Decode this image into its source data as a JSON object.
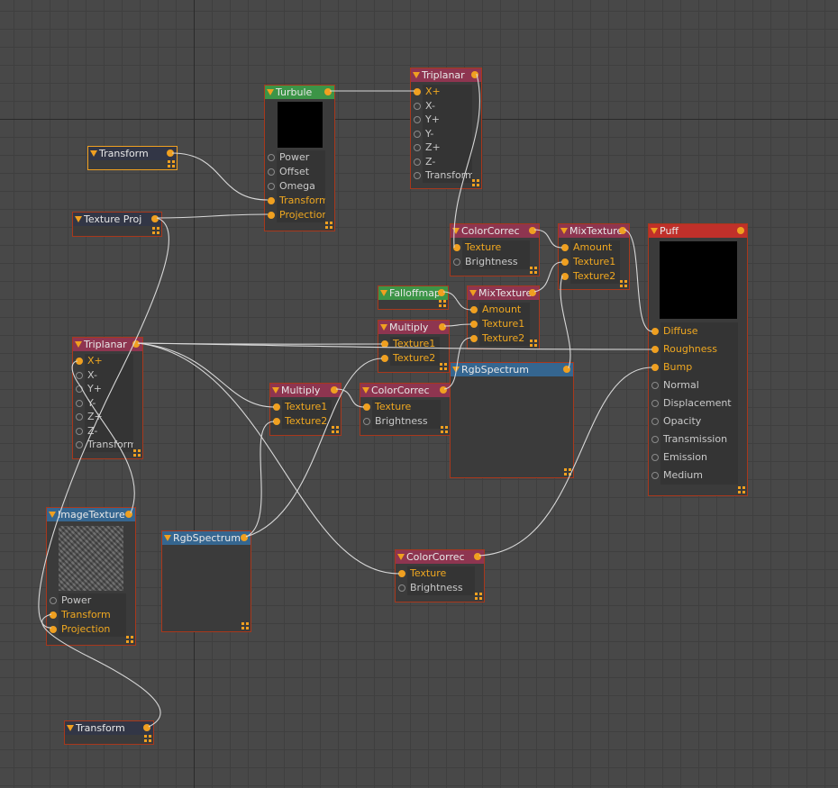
{
  "colors": {
    "green": "#3c9447",
    "maroon": "#8e3550",
    "blue": "#356690",
    "dark": "#323646",
    "red": "#c0302a",
    "accent": "#f0a020"
  },
  "nodes": [
    {
      "id": "turbule",
      "title": "Turbule",
      "header": "green",
      "preview": "black",
      "inputs": [
        {
          "label": "Power",
          "on": false
        },
        {
          "label": "Offset",
          "on": false
        },
        {
          "label": "Omega",
          "on": false
        },
        {
          "label": "Transform",
          "on": true
        },
        {
          "label": "Projection",
          "on": true
        }
      ]
    },
    {
      "id": "triplanar-top",
      "title": "Triplanar",
      "header": "maroon",
      "inputs": [
        {
          "label": "X+",
          "on": true
        },
        {
          "label": "X-",
          "on": false
        },
        {
          "label": "Y+",
          "on": false
        },
        {
          "label": "Y-",
          "on": false
        },
        {
          "label": "Z+",
          "on": false
        },
        {
          "label": "Z-",
          "on": false
        },
        {
          "label": "Transform",
          "on": false
        }
      ]
    },
    {
      "id": "transform-1",
      "title": "Transform",
      "header": "dark",
      "selected": true,
      "inputs": []
    },
    {
      "id": "texture-proj",
      "title": "Texture Proj",
      "header": "dark",
      "inputs": []
    },
    {
      "id": "triplanar-left",
      "title": "Triplanar",
      "header": "maroon",
      "inputs": [
        {
          "label": "X+",
          "on": true
        },
        {
          "label": "X-",
          "on": false
        },
        {
          "label": "Y+",
          "on": false
        },
        {
          "label": "Y-",
          "on": false
        },
        {
          "label": "Z+",
          "on": false
        },
        {
          "label": "Z-",
          "on": false
        },
        {
          "label": "Transform",
          "on": false
        }
      ]
    },
    {
      "id": "image-texture",
      "title": "ImageTexture",
      "header": "blue",
      "preview": "tex",
      "inputs": [
        {
          "label": "Power",
          "on": false
        },
        {
          "label": "Transform",
          "on": true
        },
        {
          "label": "Projection",
          "on": true
        }
      ]
    },
    {
      "id": "rgb-left",
      "title": "RgbSpectrum",
      "header": "blue",
      "inputs": []
    },
    {
      "id": "transform-2",
      "title": "Transform",
      "header": "dark",
      "inputs": []
    },
    {
      "id": "multiply-mid",
      "title": "Multiply",
      "header": "maroon",
      "inputs": [
        {
          "label": "Texture1",
          "on": true
        },
        {
          "label": "Texture2",
          "on": true
        }
      ]
    },
    {
      "id": "multiply-up",
      "title": "Multiply",
      "header": "maroon",
      "inputs": [
        {
          "label": "Texture1",
          "on": true
        },
        {
          "label": "Texture2",
          "on": true
        }
      ]
    },
    {
      "id": "falloff",
      "title": "Falloffmap",
      "header": "green",
      "inputs": []
    },
    {
      "id": "mix-low",
      "title": "MixTexture",
      "header": "maroon",
      "inputs": [
        {
          "label": "Amount",
          "on": true
        },
        {
          "label": "Texture1",
          "on": true
        },
        {
          "label": "Texture2",
          "on": true
        }
      ]
    },
    {
      "id": "cc-mid",
      "title": "ColorCorrec",
      "header": "maroon",
      "inputs": [
        {
          "label": "Texture",
          "on": true
        },
        {
          "label": "Brightness",
          "on": false
        }
      ]
    },
    {
      "id": "rgb-mid",
      "title": "RgbSpectrum",
      "header": "blue",
      "inputs": []
    },
    {
      "id": "cc-top",
      "title": "ColorCorrec",
      "header": "maroon",
      "inputs": [
        {
          "label": "Texture",
          "on": true
        },
        {
          "label": "Brightness",
          "on": false
        }
      ]
    },
    {
      "id": "mix-top",
      "title": "MixTexture",
      "header": "maroon",
      "inputs": [
        {
          "label": "Amount",
          "on": true
        },
        {
          "label": "Texture1",
          "on": true
        },
        {
          "label": "Texture2",
          "on": true
        }
      ]
    },
    {
      "id": "puff",
      "title": "Puff",
      "header": "red",
      "preview": "black",
      "inputs": [
        {
          "label": "Diffuse",
          "on": true
        },
        {
          "label": "Roughness",
          "on": true
        },
        {
          "label": "Bump",
          "on": true
        },
        {
          "label": "Normal",
          "on": false
        },
        {
          "label": "Displacement",
          "on": false
        },
        {
          "label": "Opacity",
          "on": false
        },
        {
          "label": "Transmission",
          "on": false
        },
        {
          "label": "Emission",
          "on": false
        },
        {
          "label": "Medium",
          "on": false
        }
      ]
    },
    {
      "id": "cc-bot",
      "title": "ColorCorrec",
      "header": "maroon",
      "inputs": [
        {
          "label": "Texture",
          "on": true
        },
        {
          "label": "Brightness",
          "on": false
        }
      ]
    }
  ]
}
